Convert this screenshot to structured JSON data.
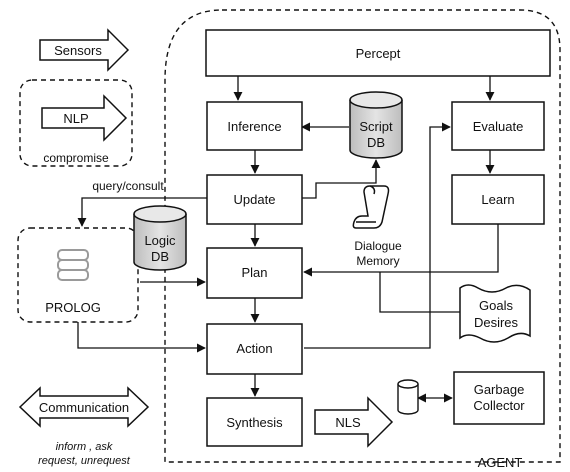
{
  "agent": {
    "label": "AGENT"
  },
  "blocks": {
    "percept": "Percept",
    "inference": "Inference",
    "update": "Update",
    "plan": "Plan",
    "action": "Action",
    "synthesis": "Synthesis",
    "evaluate": "Evaluate",
    "learn": "Learn",
    "garbage_collector": [
      "Garbage",
      "Collector"
    ]
  },
  "databases": {
    "script_db": [
      "Script",
      "DB"
    ],
    "logic_db": [
      "Logic",
      "DB"
    ]
  },
  "documents": {
    "dialogue_memory": [
      "Dialogue",
      "Memory"
    ],
    "goals_desires": [
      "Goals",
      "Desires"
    ]
  },
  "arrows": {
    "sensors": "Sensors",
    "nlp": "NLP",
    "nls": "NLS",
    "communication": "Communication"
  },
  "regions": {
    "compromise": "compromise",
    "prolog": "PROLOG"
  },
  "edge_labels": {
    "query_consult": "query/consult"
  },
  "notes": {
    "communication_caption": [
      "inform , ask",
      "request, unrequest"
    ]
  },
  "colors": {
    "stroke": "#111111",
    "database_fill": "#d4d4d4",
    "prolog_icon": "#9a9a9a"
  }
}
